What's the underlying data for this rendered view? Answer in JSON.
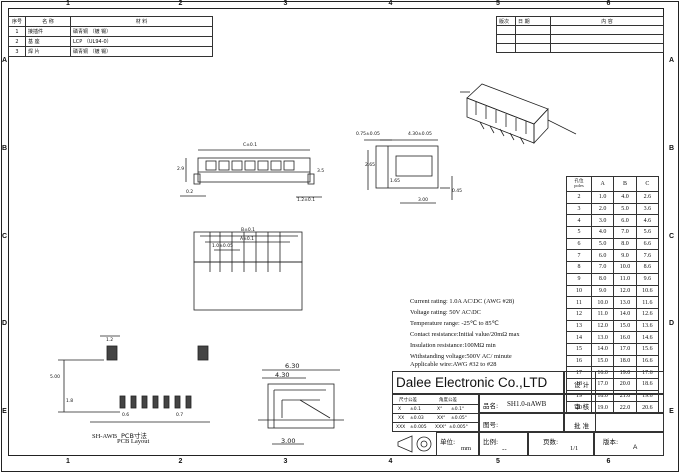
{
  "frame": {
    "top_zones": [
      "1",
      "2",
      "3",
      "4",
      "5",
      "6"
    ],
    "side_zones": [
      "A",
      "B",
      "C",
      "D",
      "E"
    ]
  },
  "bom": {
    "headers": [
      "序号",
      "名 称",
      "材 料"
    ],
    "rows": [
      {
        "no": "1",
        "name": "接插件",
        "material": "磷青铜 （镀 锡）"
      },
      {
        "no": "2",
        "name": "基 座",
        "material": "LCP （UL94-0）"
      },
      {
        "no": "3",
        "name": "焊 片",
        "material": "磷青铜 （镀 锡）"
      }
    ]
  },
  "revision": {
    "headers": [
      "版次",
      "日 期",
      "内 容"
    ]
  },
  "dims": {
    "front_c": "C±0.1",
    "front_h": "2.9",
    "front_side": "3.5",
    "front_left": "0.2",
    "front_right": "1.2±0.1",
    "side_top_a": "0.75±0.05",
    "side_top_b": "4.30±0.05",
    "side_h1": "2.65",
    "side_h2": "1.65",
    "side_h3": "0.45",
    "side_bottom": "3.00",
    "bottom_b": "B±0.1",
    "bottom_a": "A±0.1",
    "bottom_pitch": "1.0±0.05",
    "pcb_pad": "1.2",
    "pcb_h": "5.00",
    "pcb_w": "0.6",
    "pcb_pad_h": "1.8",
    "pcb_r": "0.7",
    "pcb_label_1": "SH-AWB",
    "pcb_label_2": "PCB寸法",
    "pcb_label_3": "PCB Layout",
    "bottom_view_1": "6.30",
    "bottom_view_2": "4.30",
    "bottom_view_3": "3.00"
  },
  "dim_table": {
    "header": {
      "pole_cn": "孔位",
      "pole_en": "poles",
      "a": "A",
      "b": "B",
      "c": "C"
    },
    "rows": [
      [
        "2",
        "1.0",
        "4.0",
        "2.6"
      ],
      [
        "3",
        "2.0",
        "5.0",
        "3.6"
      ],
      [
        "4",
        "3.0",
        "6.0",
        "4.6"
      ],
      [
        "5",
        "4.0",
        "7.0",
        "5.6"
      ],
      [
        "6",
        "5.0",
        "8.0",
        "6.6"
      ],
      [
        "7",
        "6.0",
        "9.0",
        "7.6"
      ],
      [
        "8",
        "7.0",
        "10.0",
        "8.6"
      ],
      [
        "9",
        "8.0",
        "11.0",
        "9.6"
      ],
      [
        "10",
        "9.0",
        "12.0",
        "10.6"
      ],
      [
        "11",
        "10.0",
        "13.0",
        "11.6"
      ],
      [
        "12",
        "11.0",
        "14.0",
        "12.6"
      ],
      [
        "13",
        "12.0",
        "15.0",
        "13.6"
      ],
      [
        "14",
        "13.0",
        "16.0",
        "14.6"
      ],
      [
        "15",
        "14.0",
        "17.0",
        "15.6"
      ],
      [
        "16",
        "15.0",
        "18.0",
        "16.6"
      ],
      [
        "17",
        "16.0",
        "19.0",
        "17.6"
      ],
      [
        "18",
        "17.0",
        "20.0",
        "18.6"
      ],
      [
        "19",
        "18.0",
        "21.0",
        "19.6"
      ],
      [
        "20",
        "19.0",
        "22.0",
        "20.6"
      ]
    ]
  },
  "specs": [
    "Current rating: 1.0A AC\\DC (AWG #28)",
    "Voltage rating: 50V AC\\DC",
    "Temperature range: -25℃ to 85℃",
    "Contact resistance:Initial value/20mΩ max",
    "Insulation resistance:100MΩ min",
    "Withstanding voltage:500V AC/ minute",
    "Applicable wire:AWG #32 to #28"
  ],
  "title_block": {
    "company": "Dalee Electronic Co.,LTD",
    "tol_header_1": "尺寸公差",
    "tol_header_2": "角度公差",
    "tol_rows": [
      [
        "X",
        "±0.1",
        "X°",
        "±0.1°"
      ],
      [
        "XX",
        "±0.03",
        "XX°",
        "±0.05°"
      ],
      [
        "XXX",
        "±0.005",
        "XXX°",
        "±0.005°"
      ]
    ],
    "part_name_label": "品名:",
    "part_name": "SH1.0-nAWB",
    "drawing_no_label": "图号:",
    "unit_label": "单位:",
    "unit_value": "mm",
    "scale_label": "比例:",
    "scale_value": "--",
    "page_label": "页数:",
    "page_value": "1/1",
    "version_label": "版本:",
    "version_value": "A",
    "design_label": "设 计",
    "review_label": "审 核",
    "approve_label": "批 准"
  }
}
